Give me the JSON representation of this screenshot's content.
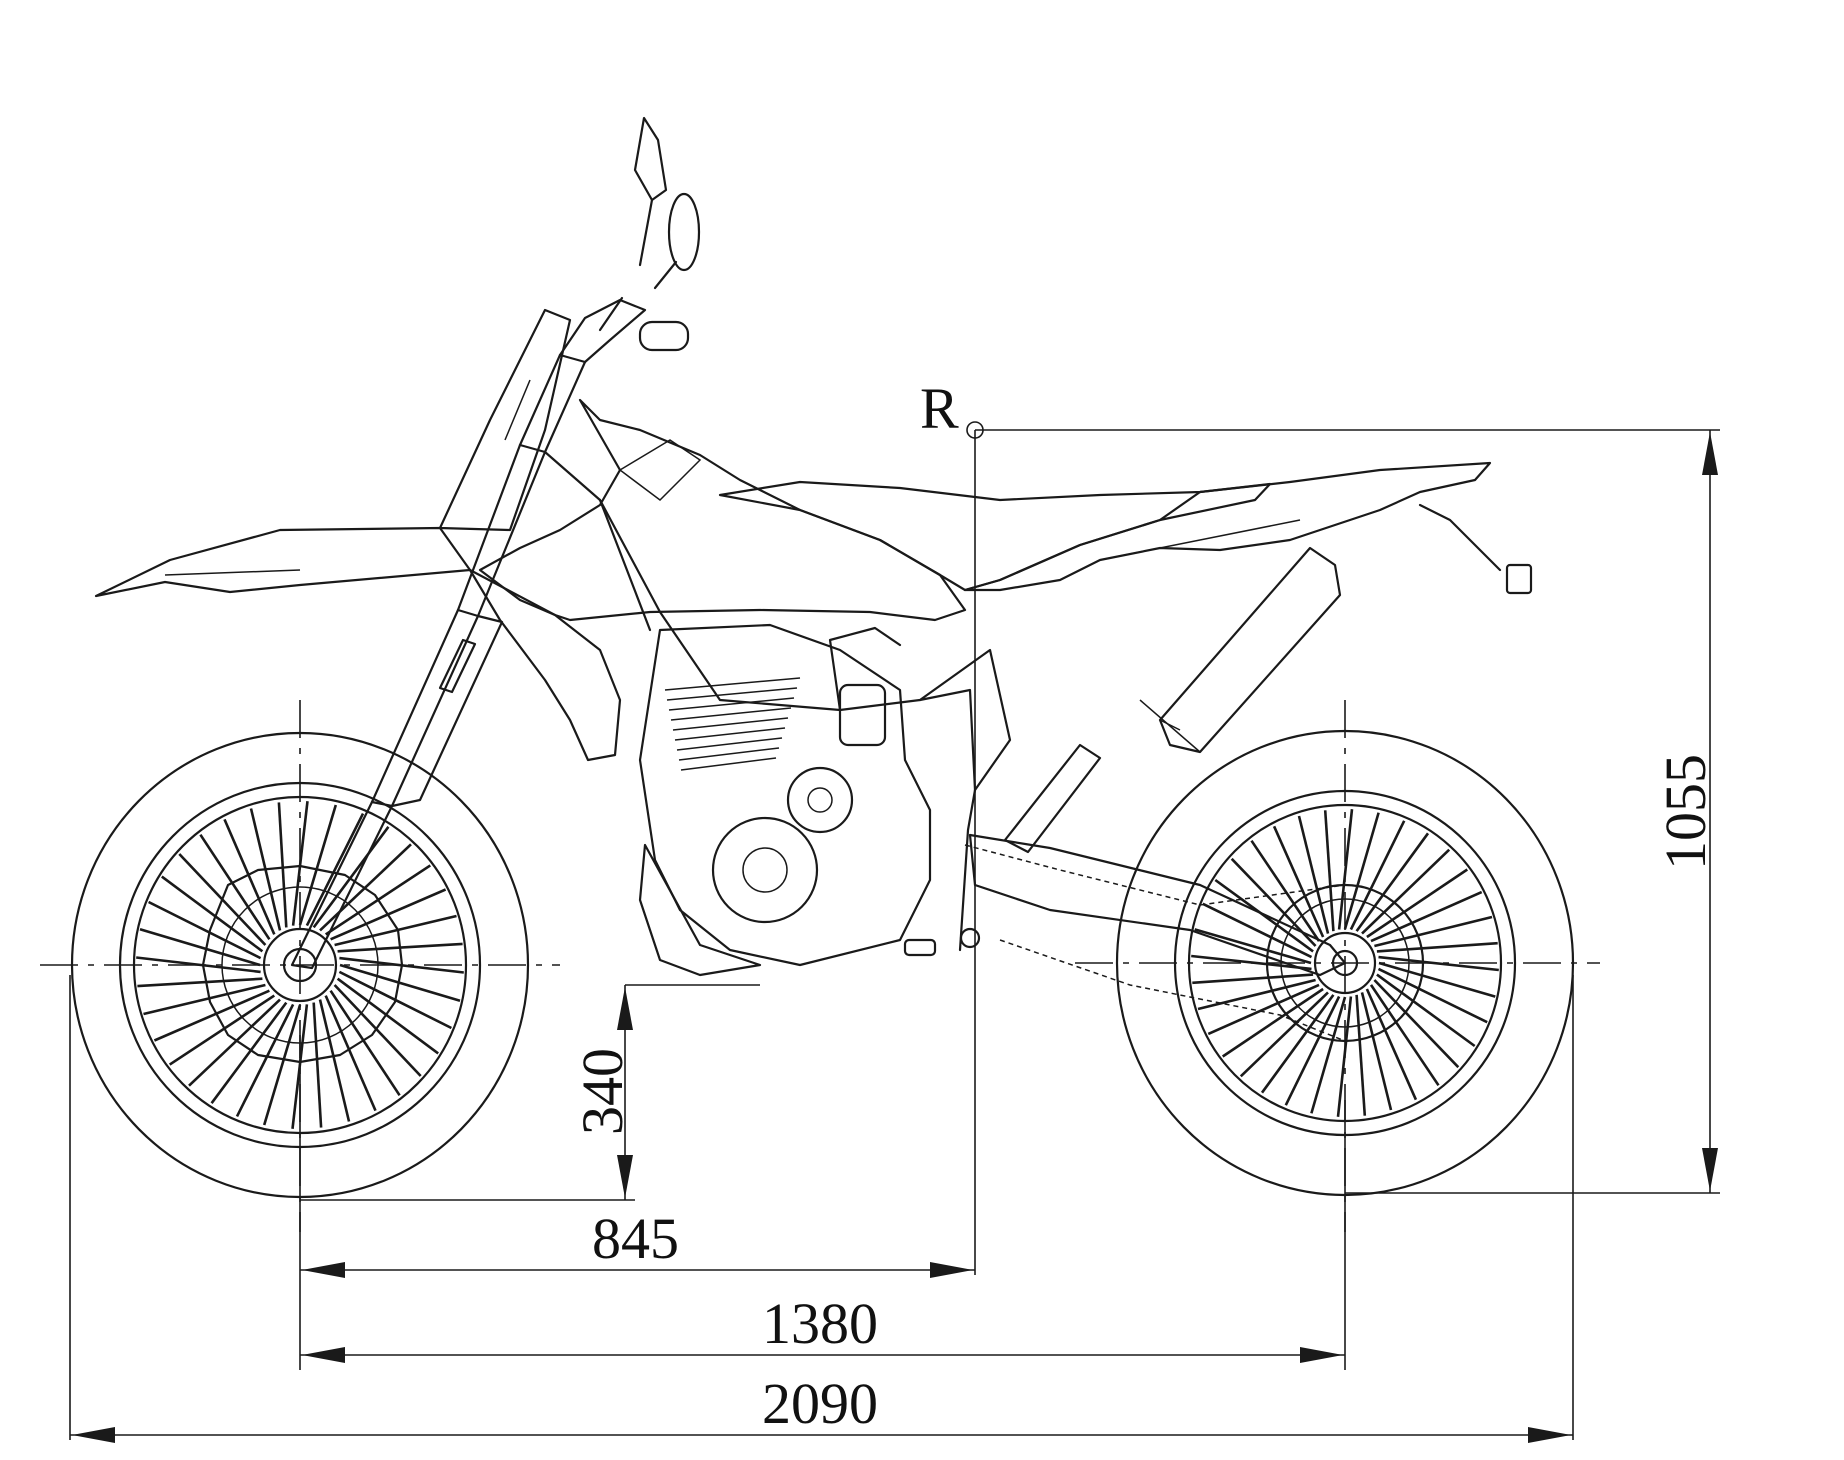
{
  "figure": {
    "reference_point_label": "R",
    "dimensions": {
      "seat_height": "845",
      "ground_clearance": "340",
      "wheelbase": "1380",
      "overall_length": "2090",
      "overall_height": "1055"
    }
  }
}
